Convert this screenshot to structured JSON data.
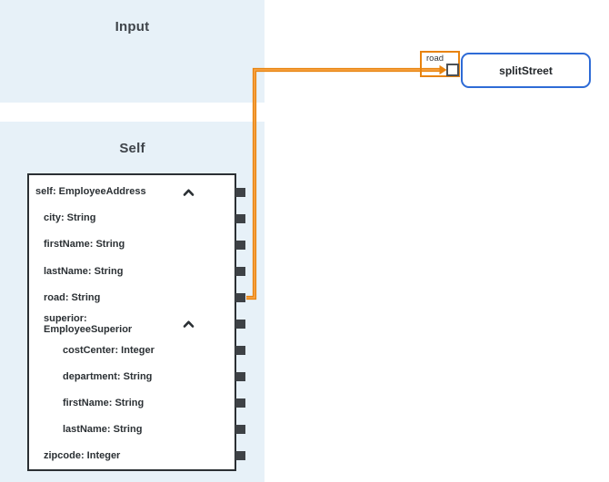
{
  "panels": {
    "input": {
      "title": "Input"
    },
    "self": {
      "title": "Self"
    }
  },
  "source_tree": {
    "rows": [
      {
        "label": "self: EmployeeAddress",
        "level": 0,
        "expandable": true,
        "expanded": true
      },
      {
        "label": "city: String",
        "level": 1
      },
      {
        "label": "firstName: String",
        "level": 1
      },
      {
        "label": "lastName: String",
        "level": 1
      },
      {
        "label": "road: String",
        "level": 1,
        "connected": true
      },
      {
        "label": "superior: EmployeeSuperior",
        "level": 1,
        "expandable": true,
        "expanded": true,
        "two_line": true
      },
      {
        "label": "costCenter: Integer",
        "level": 2
      },
      {
        "label": "department: String",
        "level": 2
      },
      {
        "label": "firstName: String",
        "level": 2
      },
      {
        "label": "lastName: String",
        "level": 2
      },
      {
        "label": "zipcode: Integer",
        "level": 1
      }
    ]
  },
  "mapping": {
    "function_node": {
      "label": "splitStreet"
    },
    "input_port": {
      "label": "road"
    },
    "connection": {
      "from": "road: String",
      "to": "splitStreet"
    }
  },
  "colors": {
    "panel_bg": "#e7f1f8",
    "tree_border": "#2b3034",
    "port": "#3e4246",
    "connector_outer": "#e8830e",
    "connector_inner": "#f7a64a",
    "node_border": "#2e6bd6"
  }
}
